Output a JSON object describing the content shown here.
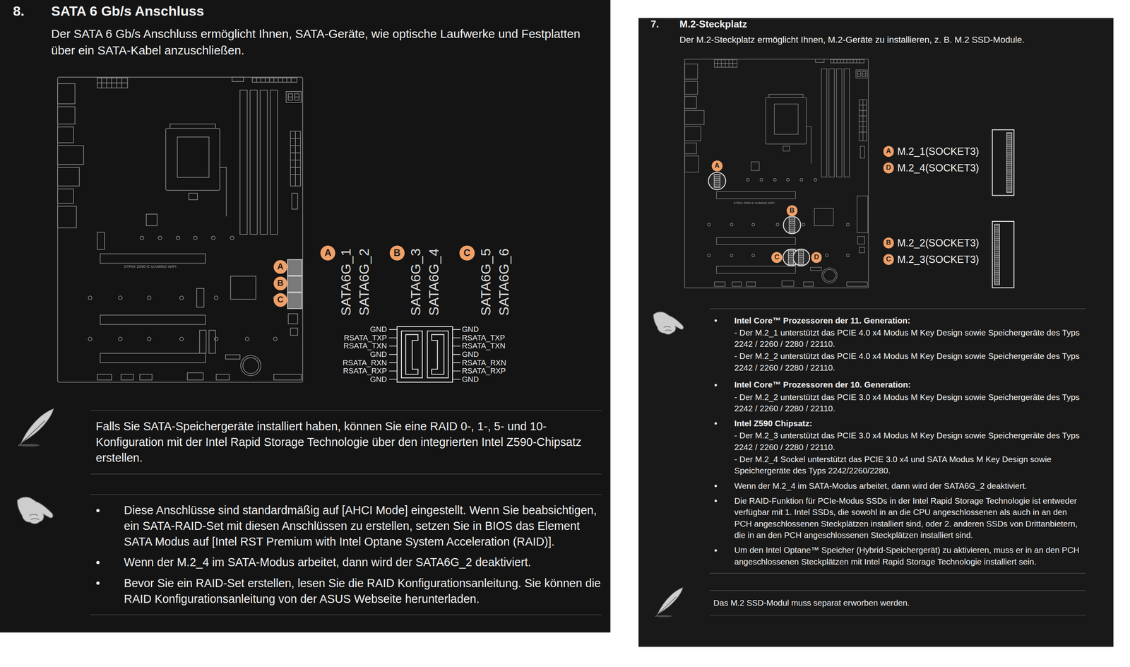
{
  "diagram": {
    "nodes": [
      {
        "text": [
          "8.",
          "SATA 6 Gb/s Anschluss",
          "Der SATA 6 Gb/s Anschluss ermöglicht Ihnen, SATA-Geräte, wie optische Laufwerke und Festplatten über ein SATA-Kabel anzuschließen."
        ]
      },
      {
        "text": [
          "A"
        ],
        "in": 0
      },
      {
        "text": [
          "B"
        ],
        "in": 0
      },
      {
        "text": [
          "C"
        ],
        "in": 0
      },
      {
        "text": [
          "A"
        ],
        "in": 0
      },
      {
        "text": [
          "B"
        ],
        "in": 0
      },
      {
        "text": [
          "C"
        ],
        "in": 0
      },
      {
        "text": [
          "7.",
          "M.2-Steckplatz",
          "Der M.2-Steckplatz ermöglicht Ihnen, M.2-Geräte zu installieren, z. B. M.2 SSD-Module."
        ]
      },
      {
        "text": [
          "A"
        ],
        "in": 7
      },
      {
        "text": [
          "B"
        ],
        "in": 7
      },
      {
        "text": [
          "C"
        ],
        "in": 7
      },
      {
        "text": [
          "D"
        ],
        "in": 7
      },
      {
        "text": [
          "A"
        ],
        "in": 7
      },
      {
        "text": [
          "D"
        ],
        "in": 7
      },
      {
        "text": [
          "B"
        ],
        "in": 7
      },
      {
        "text": [
          "C"
        ],
        "in": 7
      }
    ],
    "labels": [
      "STRIX Z590-E GAMING WIFI",
      "SATA6G_1",
      "SATA6G_2",
      "SATA6G_3",
      "SATA6G_4",
      "SATA6G_5",
      "SATA6G_6",
      "GND",
      "RSATA_TXP",
      "RSATA_TXN",
      "GND",
      "RSATA_RXN",
      "RSATA_RXP",
      "GND",
      "GND",
      "RSATA_TXP",
      "RSATA_TXN",
      "GND",
      "RSATA_RXN",
      "RSATA_RXP",
      "GND",
      "Falls Sie SATA-Speichergeräte installiert haben, können Sie eine RAID 0-, 1-, 5- und 10-Konfiguration mit der Intel Rapid Storage Technologie über den integrierten Intel Z590-Chipsatz erstellen.",
      "Diese Anschlüsse sind standardmäßig auf [AHCI Mode] eingestellt. Wenn Sie beabsichtigen, ein SATA-RAID-Set mit diesen Anschlüssen zu erstellen, setzen Sie in BIOS das Element SATA Modus auf [Intel RST Premium with Intel Optane System Acceleration (RAID)].",
      "Wenn der M.2_4 im SATA-Modus arbeitet, dann wird der SATA6G_2 deaktiviert.",
      "Bevor Sie ein RAID-Set erstellen, lesen Sie die RAID Konfigurationsanleitung. Sie können die RAID Konfigurationsanleitung von der ASUS Webseite herunterladen.",
      "STRIX Z590-E GAMING WIFI",
      "M.2_1(SOCKET3)",
      "M.2_4(SOCKET3)",
      "M.2_2(SOCKET3)",
      "M.2_3(SOCKET3)",
      "Intel Core™ Prozessoren der 11. Generation:",
      "- Der M.2_1 unterstützt das PCIE 4.0 x4 Modus M Key Design sowie Speichergeräte des Typs 2242 / 2260 / 2280 / 22110.",
      "- Der M.2_2 unterstützt das PCIE 4.0 x4 Modus M Key Design sowie Speichergeräte des Typs 2242 / 2260 / 2280 / 22110.",
      "Intel Core™ Prozessoren der 10. Generation:",
      "- Der M.2_2 unterstützt das PCIE 3.0 x4 Modus M Key Design sowie Speichergeräte des Typs 2242 / 2260 / 2280 / 22110.",
      "Intel Z590 Chipsatz:",
      "- Der M.2_3 unterstützt das PCIE 3.0 x4 Modus M Key Design sowie Speichergeräte des Typs 2242 / 2260 / 2280 / 22110.",
      "- Der M.2_4 Sockel unterstützt das PCIE 3.0 x4 und SATA Modus M Key Design sowie Speichergeräte des Typs 2242/2260/2280.",
      "Wenn der M.2_4 im SATA-Modus arbeitet, dann wird der SATA6G_2 deaktiviert.",
      "Die RAID-Funktion für PCIe-Modus SSDs in der Intel Rapid Storage Technologie ist entweder verfügbar mit 1. Intel SSDs, die sowohl in an die CPU angeschlossenen als auch in an den PCH angeschlossenen Steckplätzen installiert sind, oder 2. anderen SSDs von Drittanbietern, die in an den PCH angeschlossenen Steckplätzen installiert sind.",
      "Um den Intel Optane™ Speicher (Hybrid-Speichergerät) zu aktivieren, muss er in an den PCH angeschlossenen Steckplätzen mit Intel Rapid Storage Technologie installiert sein.",
      "Das M.2 SSD-Modul muss separat erworben werden."
    ]
  }
}
